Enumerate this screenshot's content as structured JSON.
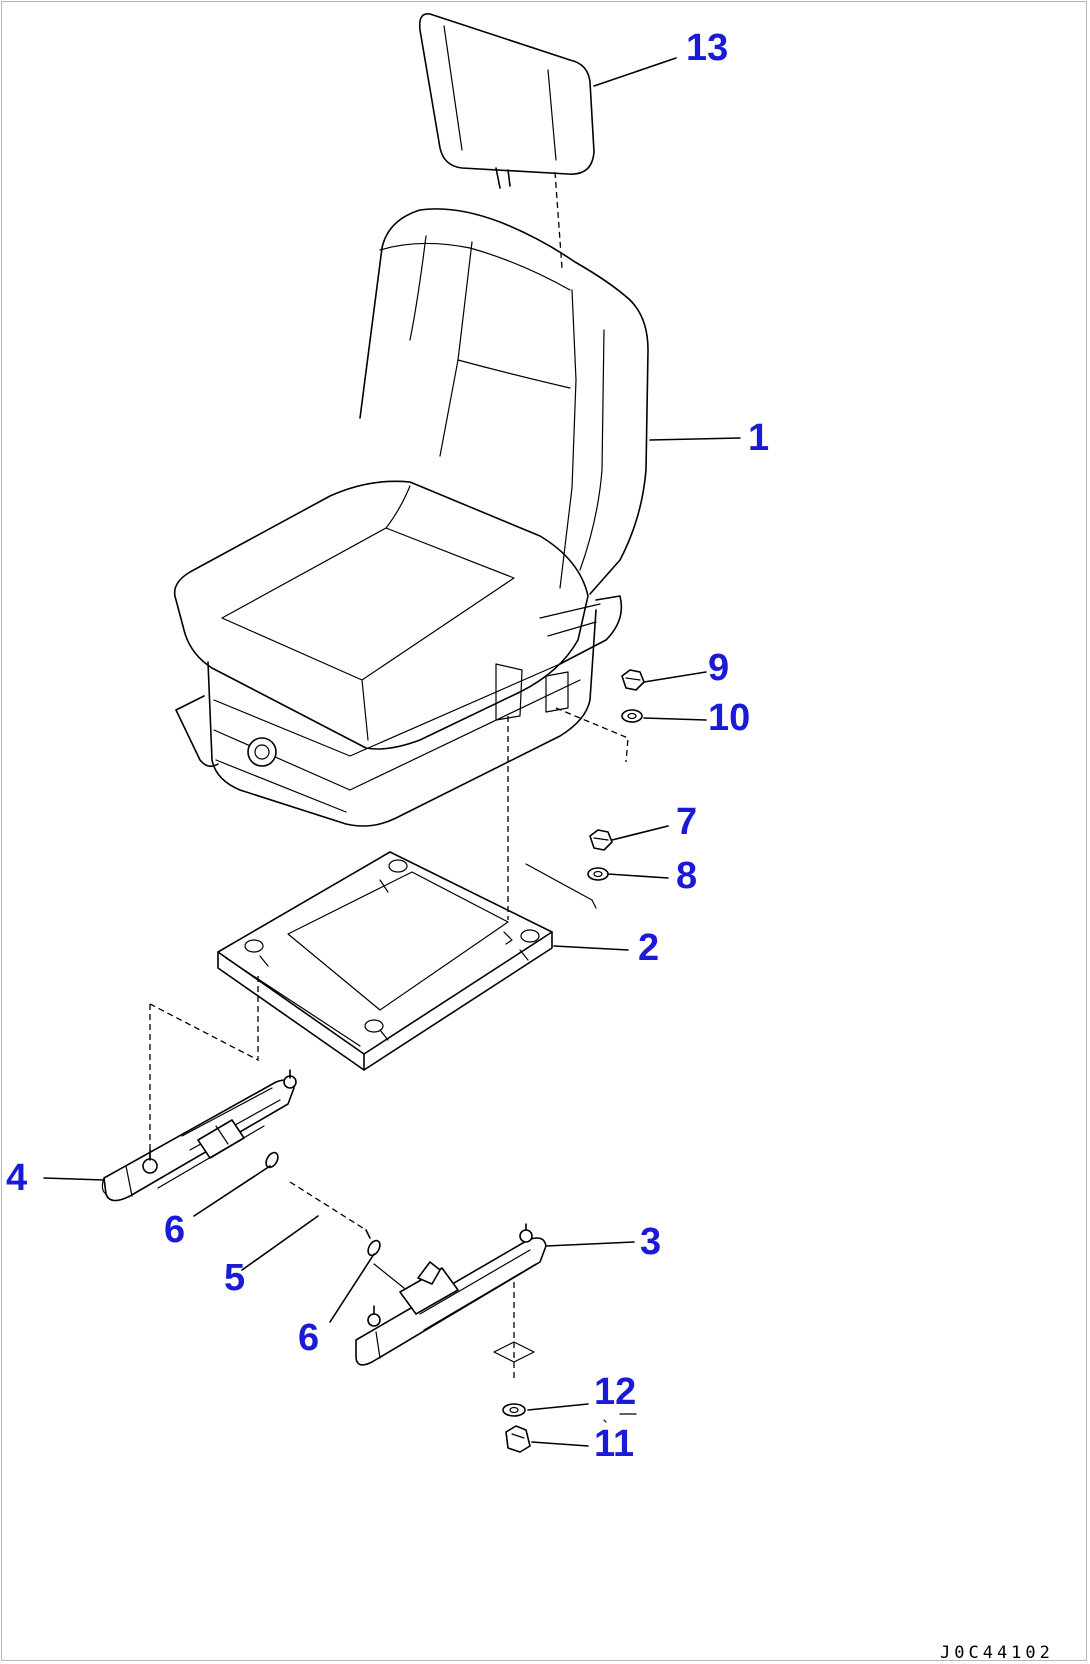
{
  "callouts": [
    {
      "id": "13",
      "text": "13"
    },
    {
      "id": "1",
      "text": "1"
    },
    {
      "id": "9",
      "text": "9"
    },
    {
      "id": "10",
      "text": "10"
    },
    {
      "id": "7",
      "text": "7"
    },
    {
      "id": "8",
      "text": "8"
    },
    {
      "id": "2",
      "text": "2"
    },
    {
      "id": "4",
      "text": "4"
    },
    {
      "id": "6a",
      "text": "6"
    },
    {
      "id": "5",
      "text": "5"
    },
    {
      "id": "3",
      "text": "3"
    },
    {
      "id": "6b",
      "text": "6"
    },
    {
      "id": "12",
      "text": "12"
    },
    {
      "id": "11",
      "text": "11"
    }
  ],
  "drawing_ref": "J0C44102",
  "colors": {
    "callout": "#1a1ad8",
    "line": "#000000",
    "background": "#ffffff"
  }
}
